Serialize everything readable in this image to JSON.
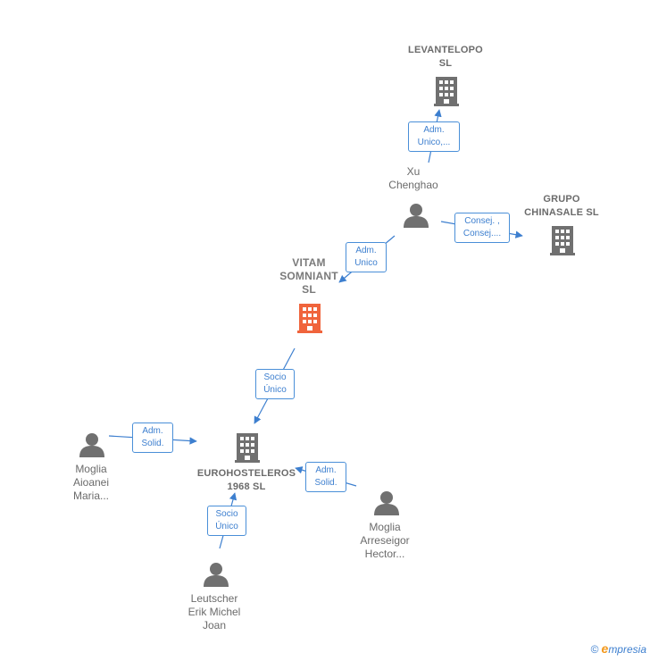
{
  "colors": {
    "edge": "#3d7fcf",
    "company": "#707070",
    "company_main": "#f0643c",
    "person": "#707070"
  },
  "nodes": {
    "levantelopo": {
      "label": "LEVANTELOPO\nSL",
      "kind": "company"
    },
    "xu": {
      "label": "Xu\nChenghao",
      "kind": "person"
    },
    "grupo": {
      "label": "GRUPO\nCHINASALE  SL",
      "kind": "company"
    },
    "vitam": {
      "label": "VITAM\nSOMNIANT\nSL",
      "kind": "company-main"
    },
    "euro": {
      "label": "EUROHOSTELEROS\n1968  SL",
      "kind": "company"
    },
    "aioanei": {
      "label": "Moglia\nAioanei\nMaria...",
      "kind": "person"
    },
    "arreseigor": {
      "label": "Moglia\nArreseigor\nHector...",
      "kind": "person"
    },
    "leutscher": {
      "label": "Leutscher\nErik Michel\nJoan",
      "kind": "person"
    }
  },
  "relations": {
    "xu_levantelopo": "Adm.\nUnico,...",
    "xu_grupo": "Consej. ,\nConsej....",
    "xu_vitam": "Adm.\nUnico",
    "vitam_euro": "Socio\nÚnico",
    "aioanei_euro": "Adm.\nSolid.",
    "arreseigor_euro": "Adm.\nSolid.",
    "leutscher_euro": "Socio\nÚnico"
  },
  "footer": {
    "copyright": "©",
    "brand_initial": "e",
    "brand_rest": "mpresia"
  }
}
